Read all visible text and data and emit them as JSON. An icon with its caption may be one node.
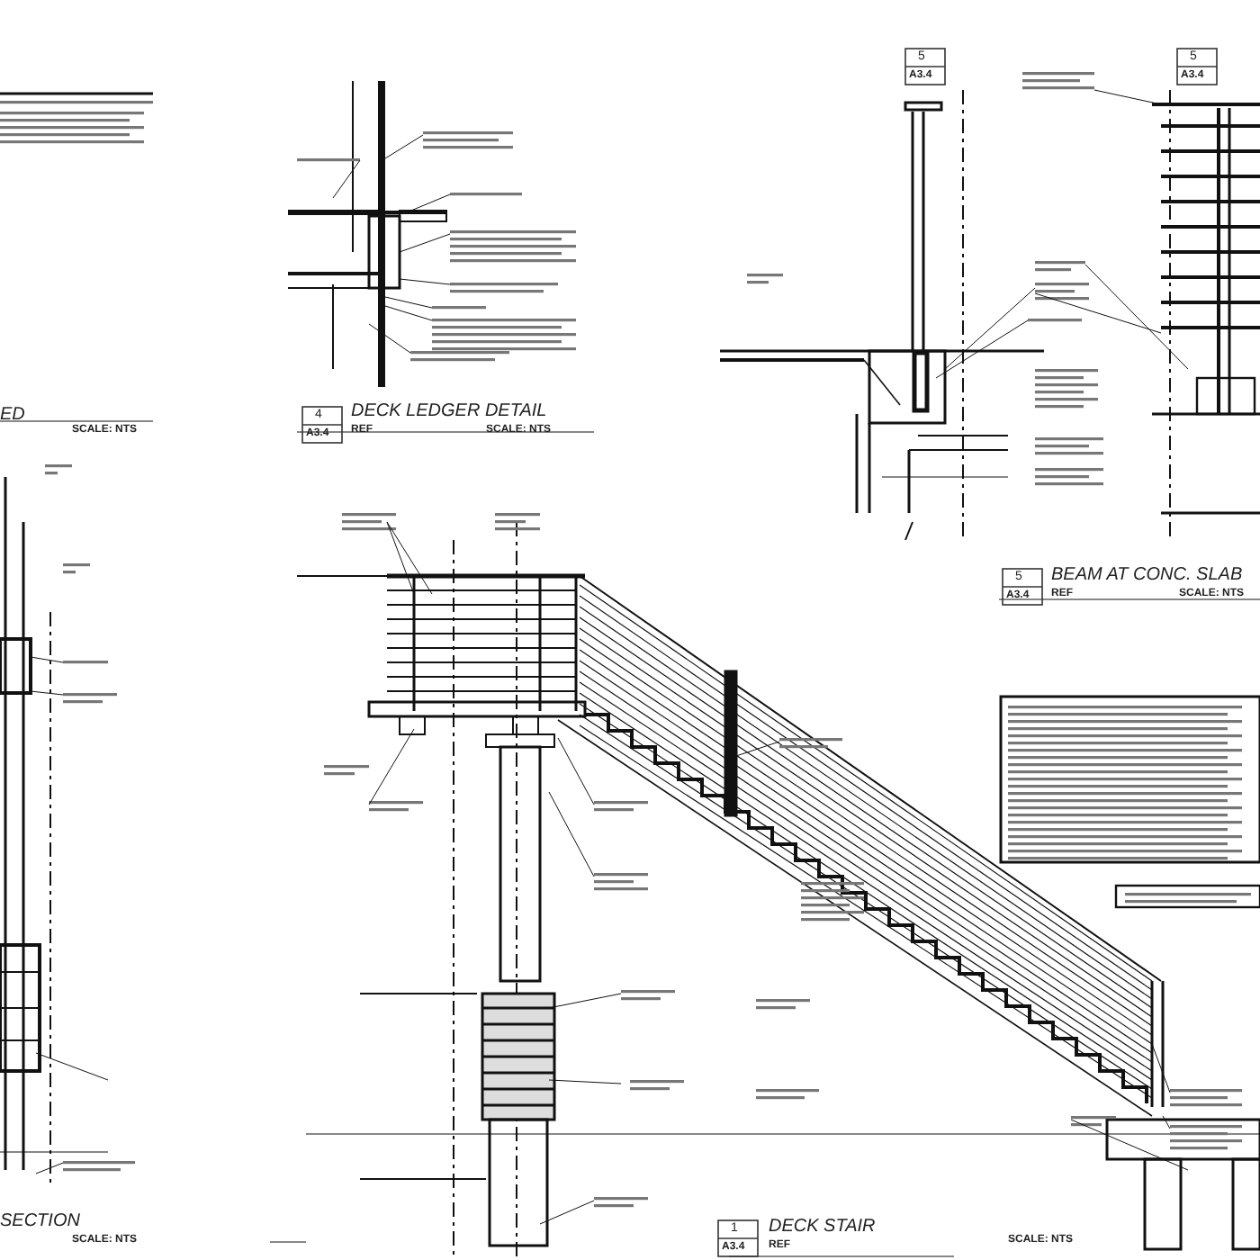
{
  "diagram": {
    "labels": [
      "5",
      "A3.4",
      "5",
      "A3.4",
      "ED",
      "SCALE: NTS",
      "4",
      "A3.4",
      "DECK LEDGER DETAIL",
      "REF",
      "SCALE: NTS",
      "5",
      "A3.4",
      "BEAM AT CONC. SLAB",
      "REF",
      "SCALE: NTS",
      "SECTION",
      "SCALE: NTS",
      "1",
      "A3.4",
      "DECK STAIR",
      "REF",
      "SCALE: NTS"
    ]
  }
}
